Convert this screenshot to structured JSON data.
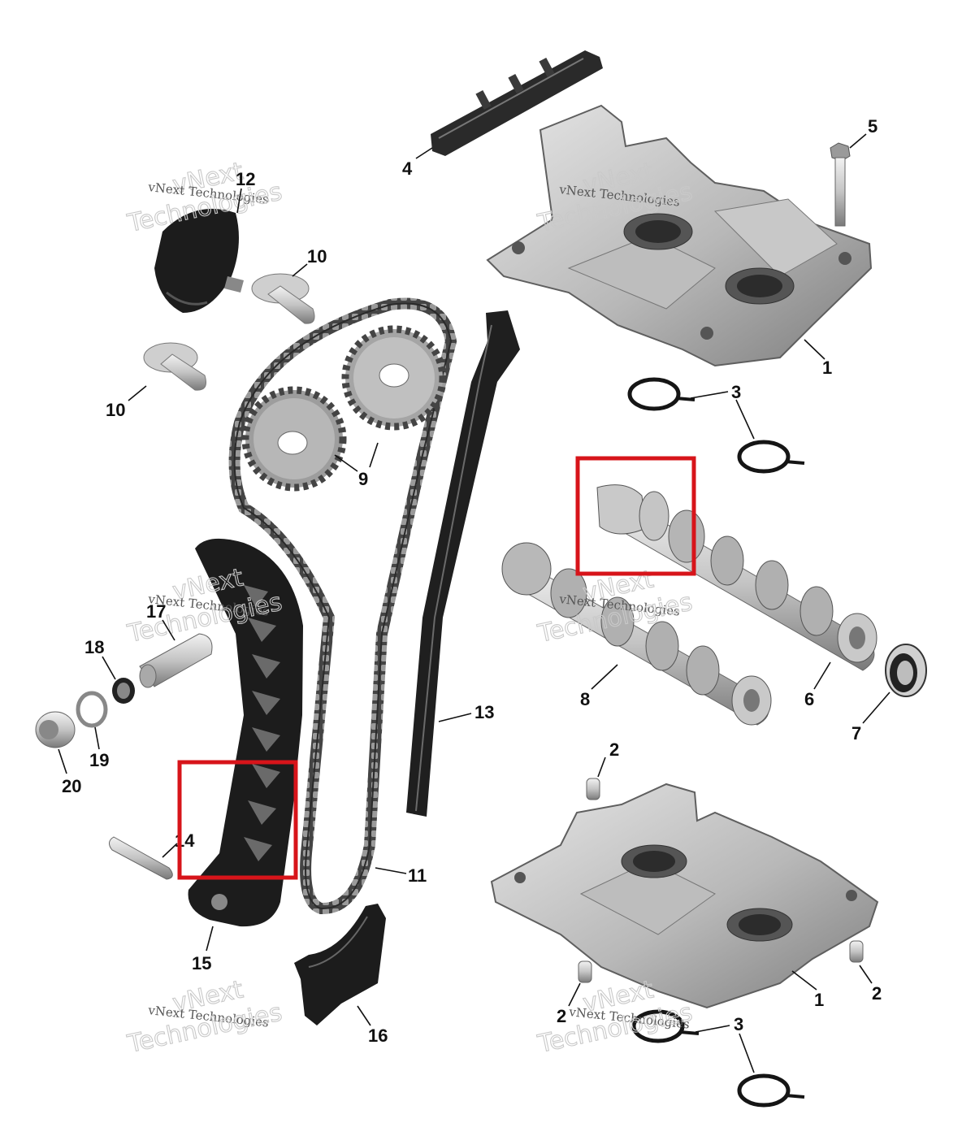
{
  "watermark": {
    "line1": "vNext",
    "line2": "Technologies",
    "small": "vNext Technologies"
  },
  "callouts": {
    "c1a": "1",
    "c1b": "1",
    "c2a": "2",
    "c2b": "2",
    "c2c": "2",
    "c3a": "3",
    "c3b": "3",
    "c4": "4",
    "c5": "5",
    "c6": "6",
    "c7": "7",
    "c8": "8",
    "c9": "9",
    "c10a": "10",
    "c10b": "10",
    "c11": "11",
    "c12": "12",
    "c13": "13",
    "c14": "14",
    "c15": "15",
    "c16": "16",
    "c17": "17",
    "c18": "18",
    "c19": "19",
    "c20": "20"
  },
  "colors": {
    "highlight": "#d7141a",
    "metal_light": "#d8d8d8",
    "metal_mid": "#a9a9a9",
    "metal_dark": "#6e6e6e",
    "black_part": "#1e1e1e"
  }
}
